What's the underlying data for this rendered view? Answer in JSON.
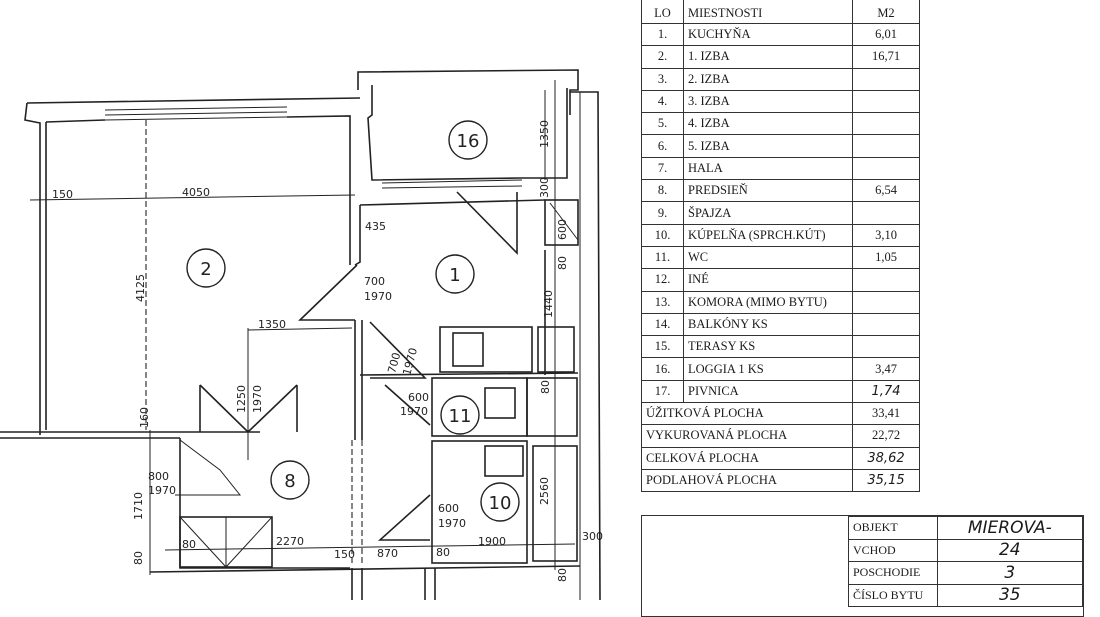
{
  "table": {
    "header": {
      "no": "LO",
      "name": "MIESTNOSTI",
      "area": "M2"
    },
    "rows": [
      {
        "no": "1.",
        "name": "KUCHYŇA",
        "area": "6,01"
      },
      {
        "no": "2.",
        "name": "1. IZBA",
        "area": "16,71"
      },
      {
        "no": "3.",
        "name": "2. IZBA",
        "area": ""
      },
      {
        "no": "4.",
        "name": "3. IZBA",
        "area": ""
      },
      {
        "no": "5.",
        "name": "4. IZBA",
        "area": ""
      },
      {
        "no": "6.",
        "name": "5. IZBA",
        "area": ""
      },
      {
        "no": "7.",
        "name": "HALA",
        "area": ""
      },
      {
        "no": "8.",
        "name": "PREDSIEŇ",
        "area": "6,54"
      },
      {
        "no": "9.",
        "name": "ŠPAJZA",
        "area": ""
      },
      {
        "no": "10.",
        "name": "KÚPELŇA (SPRCH.KÚT)",
        "area": "3,10"
      },
      {
        "no": "11.",
        "name": "WC",
        "area": "1,05"
      },
      {
        "no": "12.",
        "name": "INÉ",
        "area": ""
      },
      {
        "no": "13.",
        "name": "KOMORA (MIMO BYTU)",
        "area": ""
      },
      {
        "no": "14.",
        "name": "BALKÓNY     KS",
        "area": ""
      },
      {
        "no": "15.",
        "name": "TERASY      KS",
        "area": ""
      },
      {
        "no": "16.",
        "name": "LOGGIA    1 KS",
        "area": "3,47"
      },
      {
        "no": "17.",
        "name": "PIVNICA",
        "area": "1,74"
      }
    ],
    "totals": [
      {
        "name": "ÚŽITKOVÁ PLOCHA",
        "area": "33,41"
      },
      {
        "name": "VYKUROVANÁ PLOCHA",
        "area": "22,72"
      },
      {
        "name": "CELKOVÁ PLOCHA",
        "area": "38,62"
      },
      {
        "name": "PODLAHOVÁ PLOCHA",
        "area": "35,15"
      }
    ]
  },
  "info": {
    "objekt_label": "OBJEKT",
    "objekt": "MIEROVA-",
    "vchod_label": "VCHOD",
    "vchod": "24",
    "poschodie_label": "POSCHODIE",
    "poschodie": "3",
    "cislo_label": "ČÍSLO BYTU",
    "cislo": "35"
  },
  "plan": {
    "rooms": [
      "2",
      "16",
      "1",
      "11",
      "8",
      "10"
    ],
    "dims": [
      "150",
      "4050",
      "4125",
      "435",
      "700",
      "1970",
      "1350",
      "1350",
      "300",
      "600",
      "80",
      "1440",
      "700",
      "1970",
      "1250",
      "1970",
      "160",
      "600",
      "1970",
      "80",
      "800",
      "1970",
      "1710",
      "80",
      "80",
      "2270",
      "150",
      "870",
      "80",
      "1900",
      "300",
      "600",
      "1970",
      "2560",
      "80"
    ]
  }
}
